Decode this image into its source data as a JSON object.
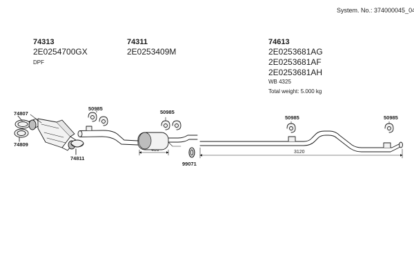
{
  "header": {
    "system_number": "System. No.: 374000045_04"
  },
  "groups": [
    {
      "number": "74313",
      "codes": [
        "2E0254700GX"
      ],
      "notes": [
        "DPF"
      ]
    },
    {
      "number": "74311",
      "codes": [
        "2E0253409M"
      ],
      "notes": []
    },
    {
      "number": "74613",
      "codes": [
        "2E0253681AG",
        "2E0253681AF",
        "2E0253681AH"
      ],
      "notes": [
        "WB 4325",
        "Total weight: 5.000 kg"
      ]
    }
  ],
  "callouts": {
    "clamp_top": "74807",
    "clamp_bottom": "74809",
    "flange_clamp": "74811",
    "hanger_1": "50985",
    "hanger_2": "50985",
    "hanger_3": "50985",
    "hanger_4": "50985",
    "gasket_ring": "99071"
  },
  "dimensions": {
    "silencer_length": "400",
    "tailpipe_length": "3120"
  },
  "colors": {
    "line": "#1a1a1a",
    "part_fill": "#f2f2f2",
    "shade": "#bdbdbd"
  }
}
